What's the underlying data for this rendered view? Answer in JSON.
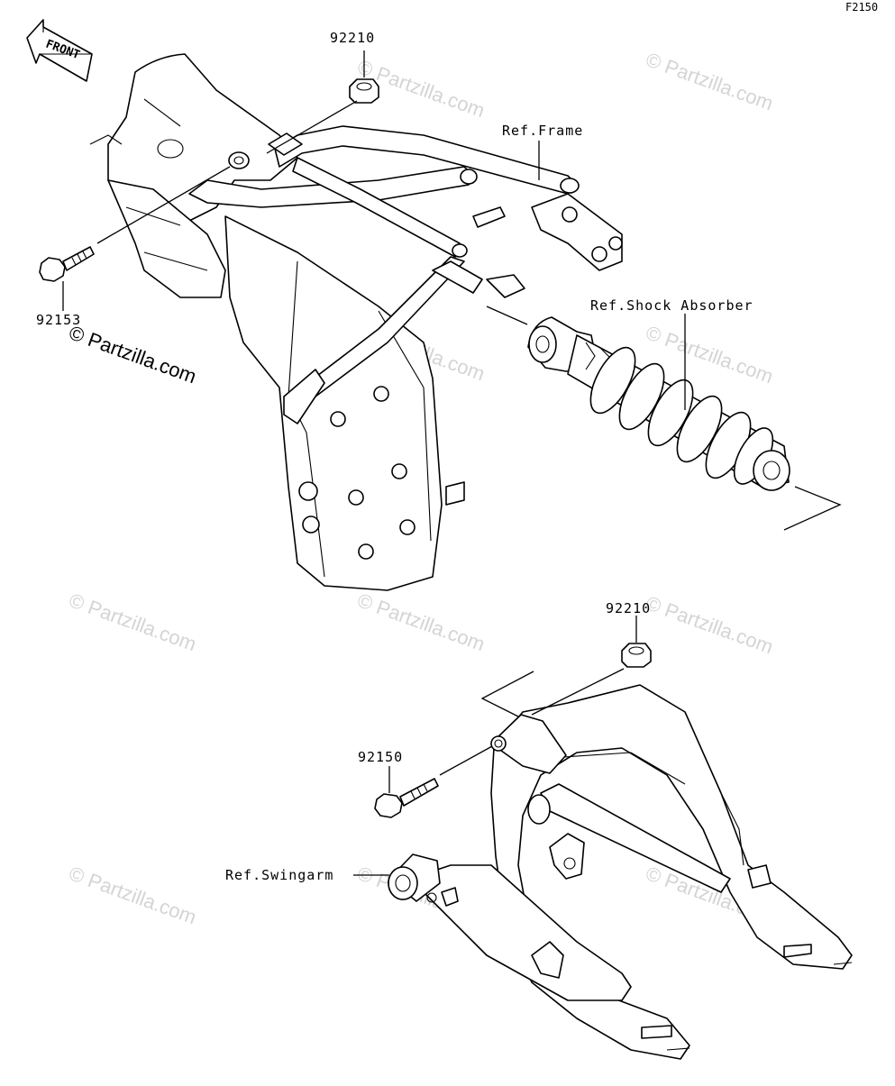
{
  "diagram_code": "F2150",
  "front_arrow_text": "FRONT",
  "callouts": {
    "nut_top": "92210",
    "bolt_top": "92153",
    "ref_frame": "Ref.Frame",
    "ref_shock": "Ref.Shock Absorber",
    "nut_bottom": "92210",
    "bolt_bottom": "92150",
    "ref_swingarm": "Ref.Swingarm"
  },
  "watermarks": {
    "light": "© Partzilla.com",
    "dark": "© Partzilla.com"
  },
  "icons": {
    "front_arrow": "arrow-left-icon",
    "nut": "flange-nut-icon",
    "bolt": "flange-bolt-icon"
  }
}
